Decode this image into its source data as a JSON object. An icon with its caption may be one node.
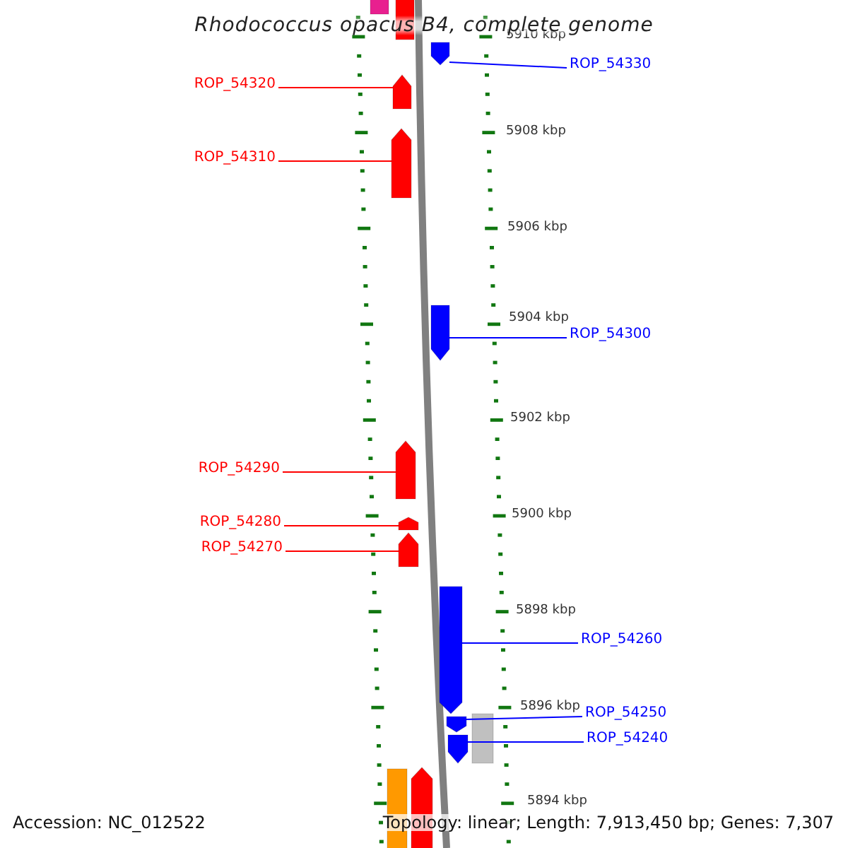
{
  "diagram": {
    "title": "Rhodococcus opacus B4, complete genome",
    "nodes": [
      {
        "text": [],
        "shape": "arrow"
      },
      {
        "text": [],
        "shape": "arrow"
      },
      {
        "text": [
          "ROP_54330"
        ]
      },
      {
        "text": [],
        "shape": "arrow"
      },
      {
        "text": [
          "ROP_54320"
        ]
      },
      {
        "text": [],
        "shape": "arrow"
      },
      {
        "text": [
          "ROP_54310"
        ]
      },
      {
        "text": [],
        "shape": "arrow"
      },
      {
        "text": [
          "ROP_54300"
        ]
      },
      {
        "text": [],
        "shape": "arrow"
      },
      {
        "text": [
          "ROP_54290"
        ]
      },
      {
        "text": [],
        "shape": "arrow"
      },
      {
        "text": [
          "ROP_54280"
        ]
      },
      {
        "text": [],
        "shape": "arrow"
      },
      {
        "text": [
          "ROP_54270"
        ]
      },
      {
        "text": [],
        "shape": "arrow"
      },
      {
        "text": [
          "ROP_54260"
        ]
      },
      {
        "text": [],
        "shape": "arrow"
      },
      {
        "text": [
          "ROP_54250"
        ]
      },
      {
        "text": [],
        "shape": "arrow"
      },
      {
        "text": [
          "ROP_54240"
        ]
      },
      {
        "text": [],
        "shape": "arrow"
      },
      {
        "text": [],
        "shape": "box"
      },
      {
        "text": [],
        "shape": "box"
      },
      {
        "text": [],
        "shape": "arrow"
      }
    ],
    "edges": [
      {
        "from": 2,
        "to": 3,
        "arrow": "none",
        "color": "#0000ff"
      },
      {
        "from": 4,
        "to": 5,
        "arrow": "none",
        "color": "#ff0000"
      },
      {
        "from": 6,
        "to": 7,
        "arrow": "none",
        "color": "#ff0000"
      },
      {
        "from": 8,
        "to": 9,
        "arrow": "none",
        "color": "#0000ff"
      },
      {
        "from": 10,
        "to": 11,
        "arrow": "none",
        "color": "#ff0000"
      },
      {
        "from": 12,
        "to": 13,
        "arrow": "none",
        "color": "#ff0000"
      },
      {
        "from": 14,
        "to": 15,
        "arrow": "none",
        "color": "#ff0000"
      },
      {
        "from": 16,
        "to": 17,
        "arrow": "none",
        "color": "#0000ff"
      },
      {
        "from": 18,
        "to": 19,
        "arrow": "none",
        "color": "#0000ff"
      },
      {
        "from": 20,
        "to": 21,
        "arrow": "none",
        "color": "#0000ff"
      }
    ],
    "labels": [
      "5910 kbp",
      "5908 kbp",
      "5906 kbp",
      "5904 kbp",
      "5902 kbp",
      "5900 kbp",
      "5898 kbp",
      "5896 kbp",
      "5894 kbp",
      "Accession: NC_012522",
      "Topology: linear; Length: 7,913,450 bp; Genes: 7,307"
    ]
  }
}
